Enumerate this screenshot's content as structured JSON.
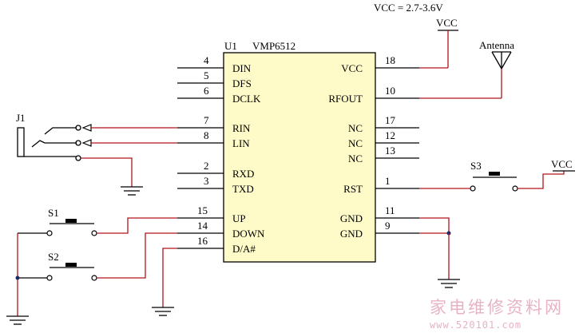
{
  "supply_note": "VCC = 2.7-3.6V",
  "chip": {
    "ref": "U1",
    "part": "VMP6512",
    "left_pins": [
      {
        "num": "4",
        "name": "DIN"
      },
      {
        "num": "5",
        "name": "DFS"
      },
      {
        "num": "6",
        "name": "DCLK"
      },
      {
        "num": "7",
        "name": "RIN"
      },
      {
        "num": "8",
        "name": "LIN"
      },
      {
        "num": "2",
        "name": "RXD"
      },
      {
        "num": "3",
        "name": "TXD"
      },
      {
        "num": "15",
        "name": "UP"
      },
      {
        "num": "14",
        "name": "DOWN"
      },
      {
        "num": "16",
        "name": "D/A#"
      }
    ],
    "right_pins": [
      {
        "num": "18",
        "name": "VCC"
      },
      {
        "num": "10",
        "name": "RFOUT"
      },
      {
        "num": "17",
        "name": "NC"
      },
      {
        "num": "12",
        "name": "NC"
      },
      {
        "num": "13",
        "name": "NC"
      },
      {
        "num": "1",
        "name": "RST"
      },
      {
        "num": "11",
        "name": "GND"
      },
      {
        "num": "9",
        "name": "GND"
      }
    ]
  },
  "labels": {
    "vcc_top": "VCC",
    "antenna": "Antenna",
    "jack": "J1",
    "s1": "S1",
    "s2": "S2",
    "s3": "S3",
    "vcc_right": "VCC"
  },
  "watermark": {
    "cn": "家电维修资料网",
    "url": "www.520101.com"
  },
  "colors": {
    "wire_red": "#b0141a",
    "wire_black": "#000000",
    "chip_fill": "#fffbc8",
    "watermark": "#e7b3c4"
  }
}
